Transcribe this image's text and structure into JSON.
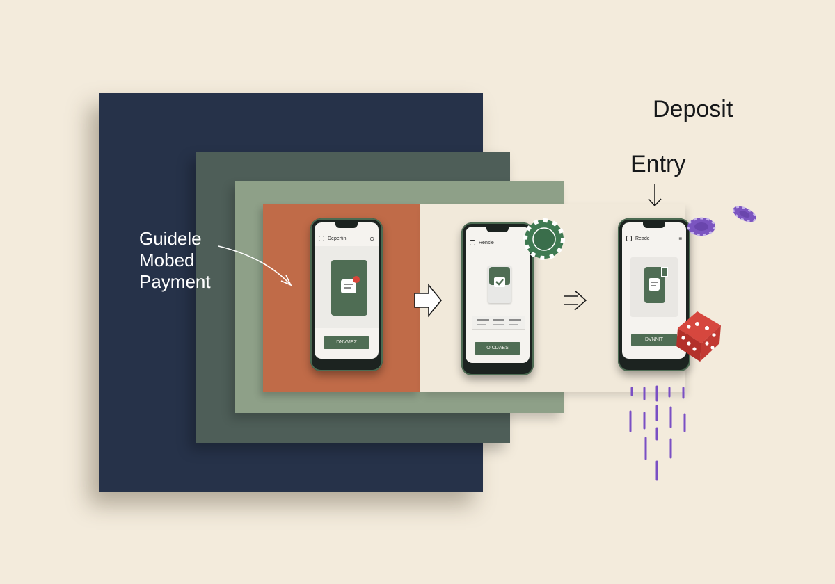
{
  "headings": {
    "deposit": "Deposit",
    "entry": "Entry"
  },
  "guide_label": {
    "line1": "Guidele",
    "line2": "Mobed",
    "line3": "Payment"
  },
  "phones": [
    {
      "status_label": "Depertin",
      "status_extra": "⊙",
      "button_label": "DNVMEZ"
    },
    {
      "status_label": "Rensie",
      "status_extra": "",
      "button_label": "OICDAES"
    },
    {
      "status_label": "Reade",
      "status_extra": "≡",
      "button_label": "DVNNIT"
    }
  ],
  "colors": {
    "background": "#f3ebdc",
    "navy": "#263249",
    "slate": "#4e5e58",
    "sage": "#8ea088",
    "terracotta": "#c06b48",
    "cream": "#f1e9da",
    "phone_green": "#4f6d54",
    "chip_purple": "#7b55c0",
    "dice_red": "#c9302a"
  },
  "icons": [
    "arrow-right-icon",
    "arrow-down-icon",
    "poker-chip-icon",
    "dice-icon",
    "notification-icon",
    "check-icon",
    "document-icon"
  ]
}
